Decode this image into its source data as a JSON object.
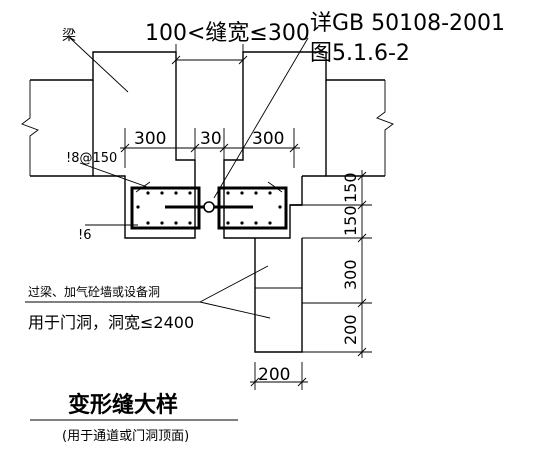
{
  "labels": {
    "beam": "梁",
    "gap_range": "100<缝宽≤300",
    "ref_code": "详GB 50108-2001",
    "ref_fig": "图5.1.6-2",
    "rebar_spacing": "!8@150",
    "rebar_dia": "!6",
    "note_line1": "过梁、加气砼墙或设备洞",
    "note_line2": "用于门洞，洞宽≤2400",
    "title": "变形缝大样",
    "subtitle": "(用于通道或门洞顶面)"
  },
  "dimensions": {
    "left_width": "300",
    "gap": "30",
    "right_width": "300",
    "v1": "150",
    "v2": "150",
    "v3": "300",
    "v4": "200",
    "bottom_width": "200"
  }
}
